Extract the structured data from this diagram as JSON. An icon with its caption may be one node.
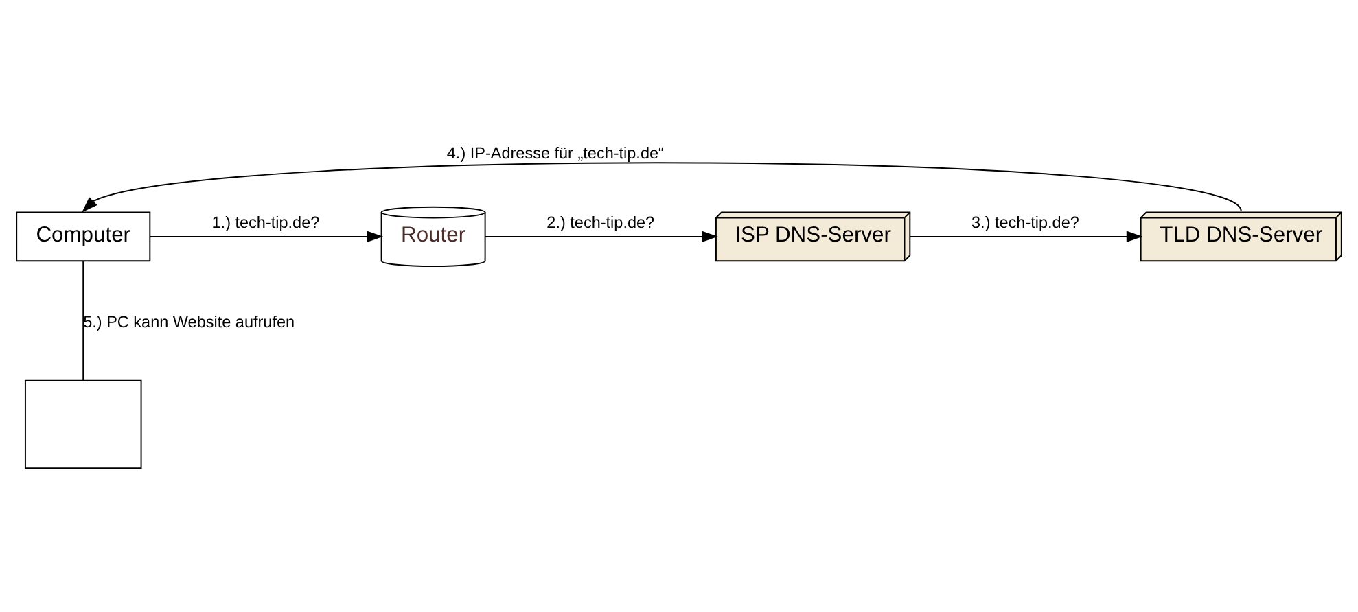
{
  "diagram": {
    "nodes": [
      {
        "text": [
          "Computer"
        ]
      },
      {
        "text": [
          "Router"
        ]
      },
      {
        "text": [
          "ISP DNS-Server"
        ]
      },
      {
        "text": [
          "TLD DNS-Server"
        ]
      },
      {
        "text": [],
        "shape": "box"
      }
    ],
    "edges": [
      {
        "from": 0,
        "to": 1,
        "arrow": "to",
        "label": "1.) tech-tip.de?"
      },
      {
        "from": 1,
        "to": 2,
        "arrow": "to",
        "label": "2.) tech-tip.de?"
      },
      {
        "from": 2,
        "to": 3,
        "arrow": "to",
        "label": "3.) tech-tip.de?"
      },
      {
        "from": 3,
        "to": 0,
        "arrow": "to",
        "label": "4.) IP-Adresse für „tech-tip.de“"
      },
      {
        "from": 0,
        "to": 4,
        "arrow": "none",
        "label": "5.) PC kann Website aufrufen"
      }
    ]
  }
}
